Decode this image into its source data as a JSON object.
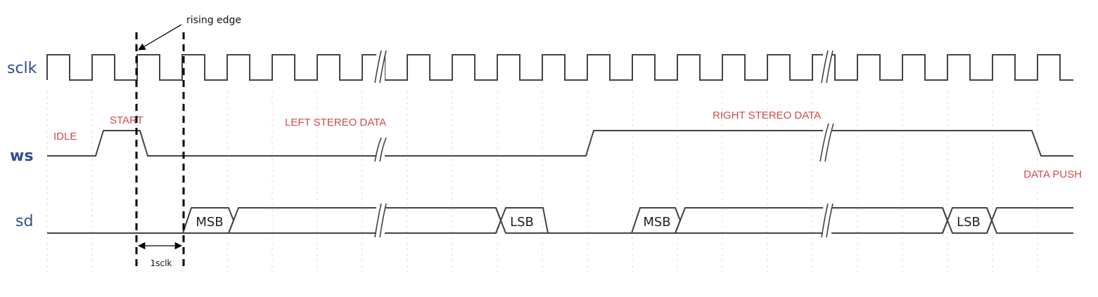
{
  "signals": {
    "sclk": "sclk",
    "ws": "ws",
    "sd": "sd"
  },
  "phases": {
    "idle": "IDLE",
    "start": "START",
    "left": "LEFT STEREO DATA",
    "right": "RIGHT STEREO DATA",
    "push": "DATA PUSH"
  },
  "sd_fields": {
    "msb_left": "MSB",
    "lsb_left": "LSB",
    "msb_right": "MSB",
    "lsb_right": "LSB"
  },
  "annotations": {
    "rising_edge": "rising edge",
    "period": "1sclk"
  },
  "colors": {
    "signal_label": "#2e4f8f",
    "phase_label": "#d24b4b",
    "waveform": "#444444"
  }
}
